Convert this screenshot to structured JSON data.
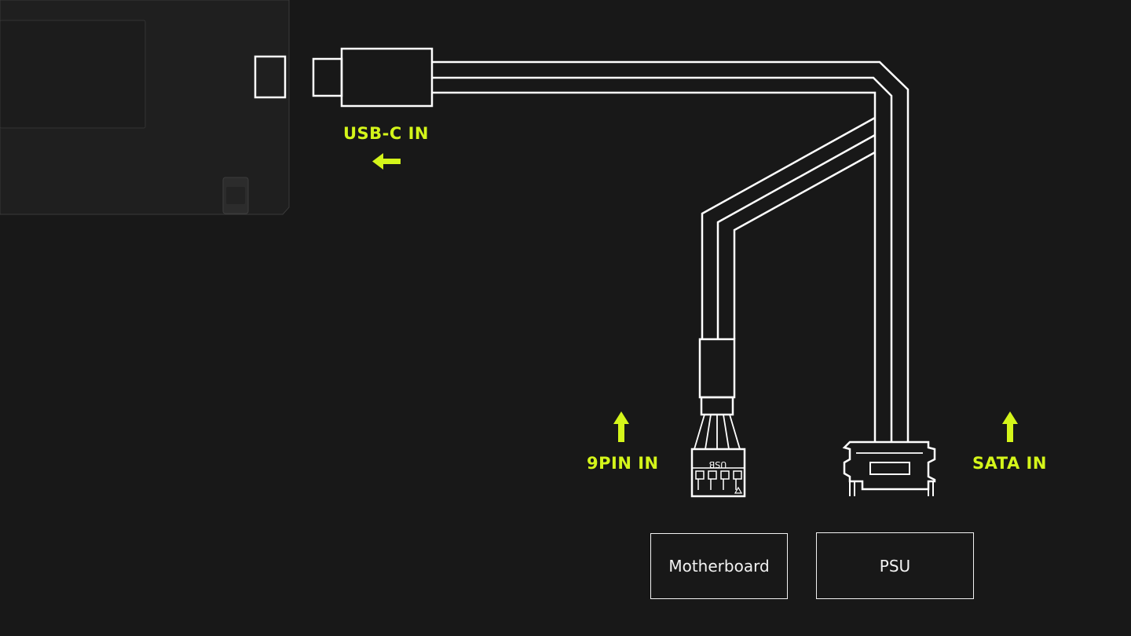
{
  "labels": {
    "usb_c": "USB-C IN",
    "pin9": "9PIN IN",
    "sata": "SATA IN",
    "usb_header_text": "USB"
  },
  "targets": {
    "motherboard": "Motherboard",
    "psu": "PSU"
  },
  "icons": {
    "usb_c_arrow": "arrow-left-icon",
    "pin9_arrow": "arrow-up-icon",
    "sata_arrow": "arrow-up-icon"
  },
  "colors": {
    "background": "#181818",
    "device": "#202020",
    "line": "#ffffff",
    "accent": "#d4f51a"
  }
}
